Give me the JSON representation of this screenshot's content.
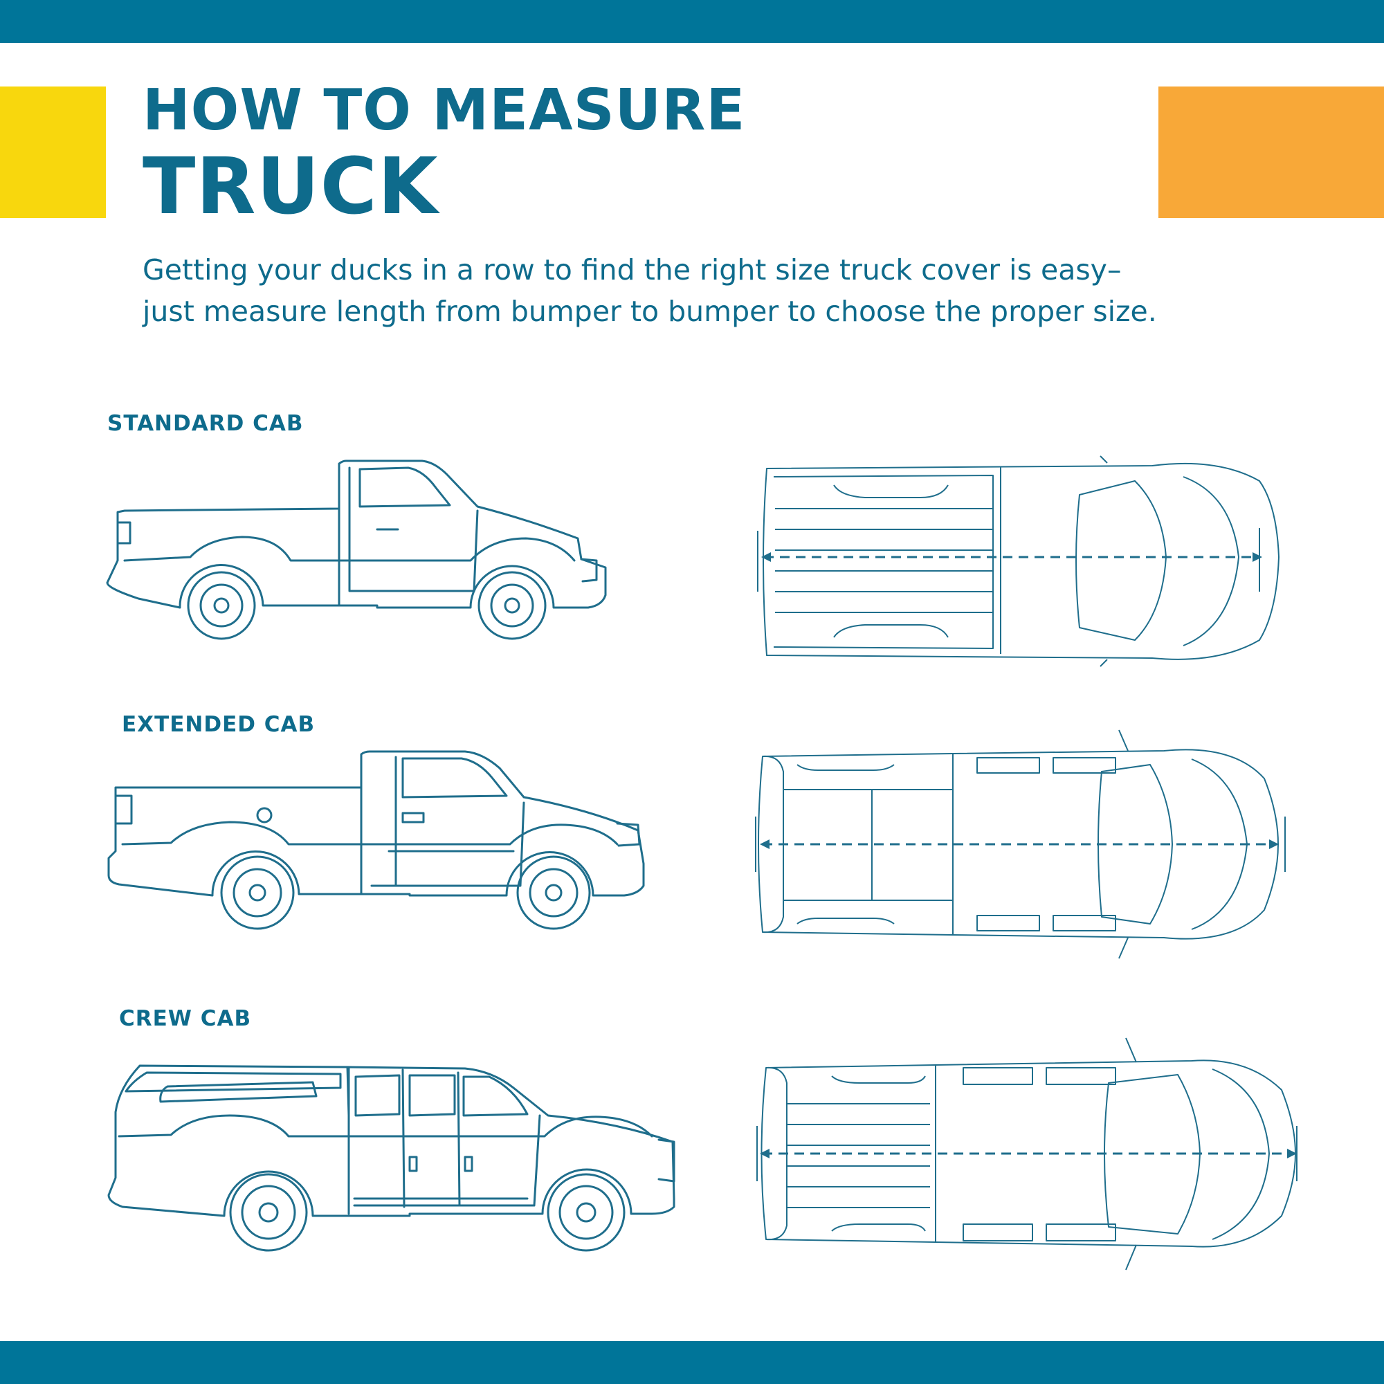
{
  "header": {
    "title_line1": "HOW TO MEASURE",
    "title_line2": "TRUCK",
    "intro_line1": "Getting your ducks in a row to find the right size truck cover is easy–",
    "intro_line2": "just measure length from bumper to bumper to choose the proper size."
  },
  "sections": [
    {
      "label": "STANDARD CAB"
    },
    {
      "label": "EXTENDED CAB"
    },
    {
      "label": "CREW CAB"
    }
  ],
  "colors": {
    "band": "#007599",
    "text": "#0e6b8c",
    "line_art": "#1f6e8c",
    "accent_yellow": "#f8d70d",
    "accent_orange": "#f8a838"
  },
  "icons": {
    "side_view": "pickup-truck-side-icon",
    "top_view": "pickup-truck-top-icon",
    "measure": "bumper-to-bumper-arrow"
  }
}
